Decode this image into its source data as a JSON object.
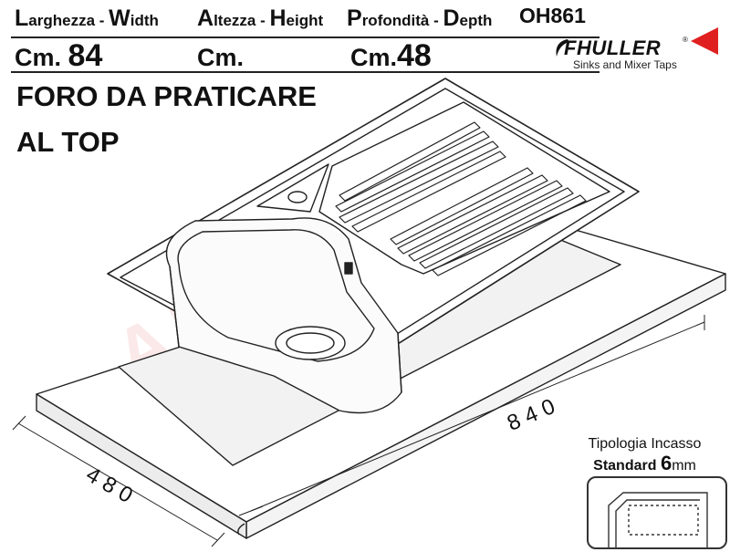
{
  "header": {
    "width": {
      "initial": "L",
      "label_it": "arghezza - ",
      "initial_en": "W",
      "label_en": "idth",
      "prefix": "Cm.",
      "value": "84"
    },
    "height": {
      "initial": "A",
      "label_it": "ltezza - ",
      "initial_en": "H",
      "label_en": "eight",
      "prefix": "Cm.",
      "value": ""
    },
    "depth": {
      "initial": "P",
      "label_it": "rofondità - ",
      "initial_en": "D",
      "label_en": "epth",
      "prefix": "Cm.",
      "value": "48"
    },
    "product_code": "OH861"
  },
  "brand": {
    "name": "FHULLER",
    "registered": "®",
    "tagline": "Sinks and Mixer Taps",
    "arrow_color": "#e02020"
  },
  "title": {
    "line1": "FORO DA PRATICARE",
    "line2": "AL TOP"
  },
  "dimensions": {
    "length": "840",
    "depth": "480"
  },
  "installation": {
    "title": "Tipologia Incasso",
    "type": "Standard",
    "thickness": "6",
    "unit": "mm"
  }
}
